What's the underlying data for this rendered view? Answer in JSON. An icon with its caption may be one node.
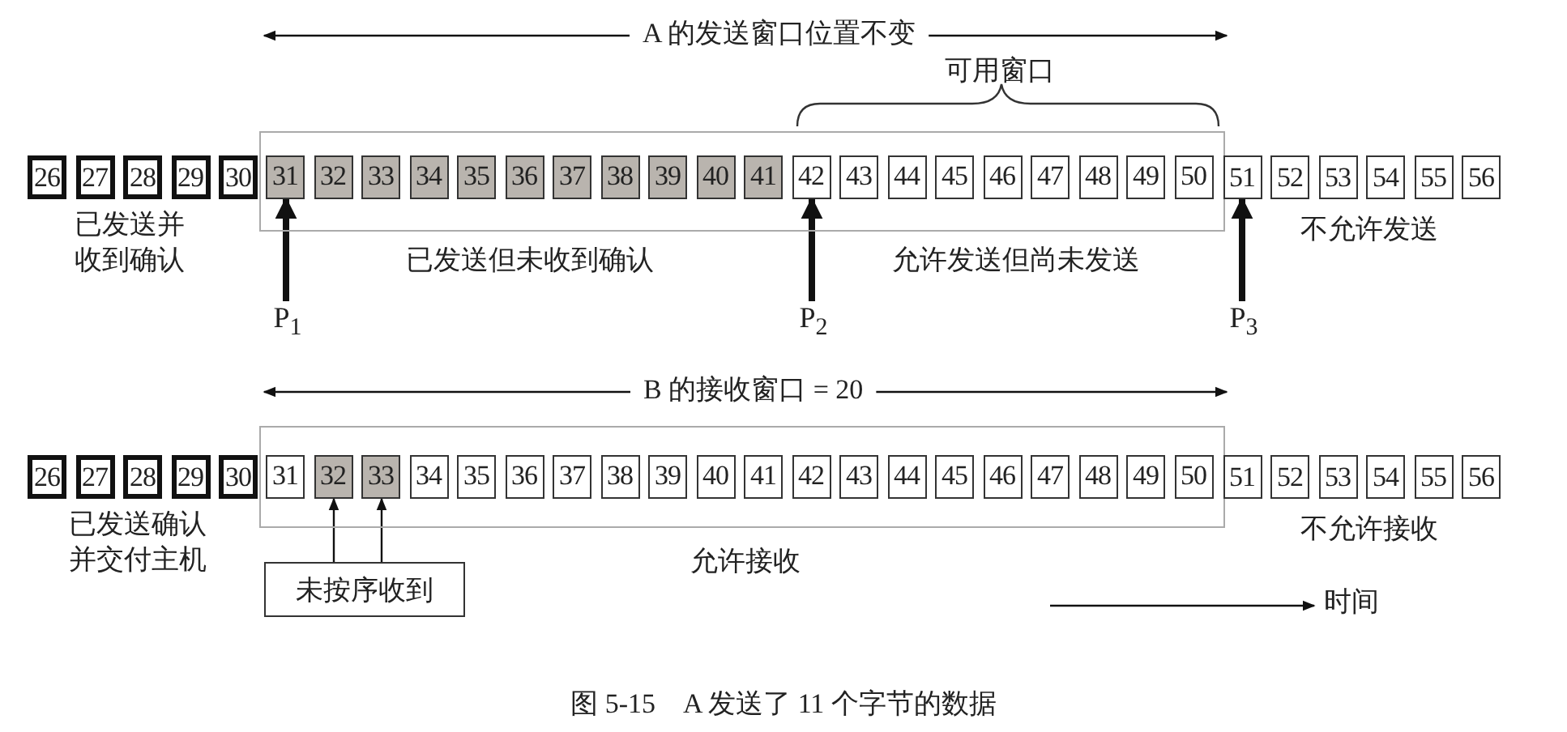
{
  "diagram": {
    "caption": "图 5-15　A 发送了 11 个字节的数据",
    "nodes": [
      {
        "text": [
          "26"
        ]
      },
      {
        "text": [
          "27"
        ]
      },
      {
        "text": [
          "28"
        ]
      },
      {
        "text": [
          "29"
        ]
      },
      {
        "text": [
          "30"
        ]
      },
      {
        "text": [],
        "shape": "box"
      },
      {
        "text": [
          "31"
        ],
        "in": 5
      },
      {
        "text": [
          "32"
        ],
        "in": 5
      },
      {
        "text": [
          "33"
        ],
        "in": 5
      },
      {
        "text": [
          "34"
        ],
        "in": 5
      },
      {
        "text": [
          "35"
        ],
        "in": 5
      },
      {
        "text": [
          "36"
        ],
        "in": 5
      },
      {
        "text": [
          "37"
        ],
        "in": 5
      },
      {
        "text": [
          "38"
        ],
        "in": 5
      },
      {
        "text": [
          "39"
        ],
        "in": 5
      },
      {
        "text": [
          "40"
        ],
        "in": 5
      },
      {
        "text": [
          "41"
        ],
        "in": 5
      },
      {
        "text": [
          "42"
        ],
        "in": 5
      },
      {
        "text": [
          "43"
        ],
        "in": 5
      },
      {
        "text": [
          "44"
        ],
        "in": 5
      },
      {
        "text": [
          "45"
        ],
        "in": 5
      },
      {
        "text": [
          "46"
        ],
        "in": 5
      },
      {
        "text": [
          "47"
        ],
        "in": 5
      },
      {
        "text": [
          "48"
        ],
        "in": 5
      },
      {
        "text": [
          "49"
        ],
        "in": 5
      },
      {
        "text": [
          "50"
        ],
        "in": 5
      },
      {
        "text": [
          "51"
        ]
      },
      {
        "text": [
          "52"
        ]
      },
      {
        "text": [
          "53"
        ]
      },
      {
        "text": [
          "54"
        ]
      },
      {
        "text": [
          "55"
        ]
      },
      {
        "text": [
          "56"
        ]
      },
      {
        "text": [
          "P$_{1}$"
        ]
      },
      {
        "text": [
          "P$_{2}$"
        ]
      },
      {
        "text": [
          "P$_{3}$"
        ]
      },
      {
        "text": [
          "26"
        ]
      },
      {
        "text": [
          "27"
        ]
      },
      {
        "text": [
          "28"
        ]
      },
      {
        "text": [
          "29"
        ]
      },
      {
        "text": [
          "30"
        ]
      },
      {
        "text": [],
        "shape": "box"
      },
      {
        "text": [
          "31"
        ],
        "in": 40
      },
      {
        "text": [
          "32"
        ],
        "in": 40
      },
      {
        "text": [
          "33"
        ],
        "in": 40
      },
      {
        "text": [
          "34"
        ],
        "in": 40
      },
      {
        "text": [
          "35"
        ],
        "in": 40
      },
      {
        "text": [
          "36"
        ],
        "in": 40
      },
      {
        "text": [
          "37"
        ],
        "in": 40
      },
      {
        "text": [
          "38"
        ],
        "in": 40
      },
      {
        "text": [
          "39"
        ],
        "in": 40
      },
      {
        "text": [
          "40"
        ],
        "in": 40
      },
      {
        "text": [
          "41"
        ],
        "in": 40
      },
      {
        "text": [
          "42"
        ],
        "in": 40
      },
      {
        "text": [
          "43"
        ],
        "in": 40
      },
      {
        "text": [
          "44"
        ],
        "in": 40
      },
      {
        "text": [
          "45"
        ],
        "in": 40
      },
      {
        "text": [
          "46"
        ],
        "in": 40
      },
      {
        "text": [
          "47"
        ],
        "in": 40
      },
      {
        "text": [
          "48"
        ],
        "in": 40
      },
      {
        "text": [
          "49"
        ],
        "in": 40
      },
      {
        "text": [
          "50"
        ],
        "in": 40
      },
      {
        "text": [
          "51"
        ]
      },
      {
        "text": [
          "52"
        ]
      },
      {
        "text": [
          "53"
        ]
      },
      {
        "text": [
          "54"
        ]
      },
      {
        "text": [
          "55"
        ]
      },
      {
        "text": [
          "56"
        ]
      },
      {
        "text": [
          "未按序收到"
        ]
      }
    ],
    "edges": [
      {
        "from": 32,
        "to": 6,
        "arrow": "to"
      },
      {
        "from": 33,
        "to": 17,
        "arrow": "to"
      },
      {
        "from": 34,
        "to": 26,
        "arrow": "to"
      },
      {
        "from": 67,
        "to": 42,
        "arrow": "to"
      },
      {
        "from": 67,
        "to": 43,
        "arrow": "to"
      }
    ],
    "labels": [
      "A 的发送窗口位置不变",
      "可用窗口",
      "已发送并收到确认",
      "已发送但未收到确认",
      "允许发送但尚未发送",
      "不允许发送",
      "B 的接收窗口 = 20",
      "已发送确认并交付主机",
      "允许接收",
      "不允许接收",
      "时间"
    ]
  }
}
